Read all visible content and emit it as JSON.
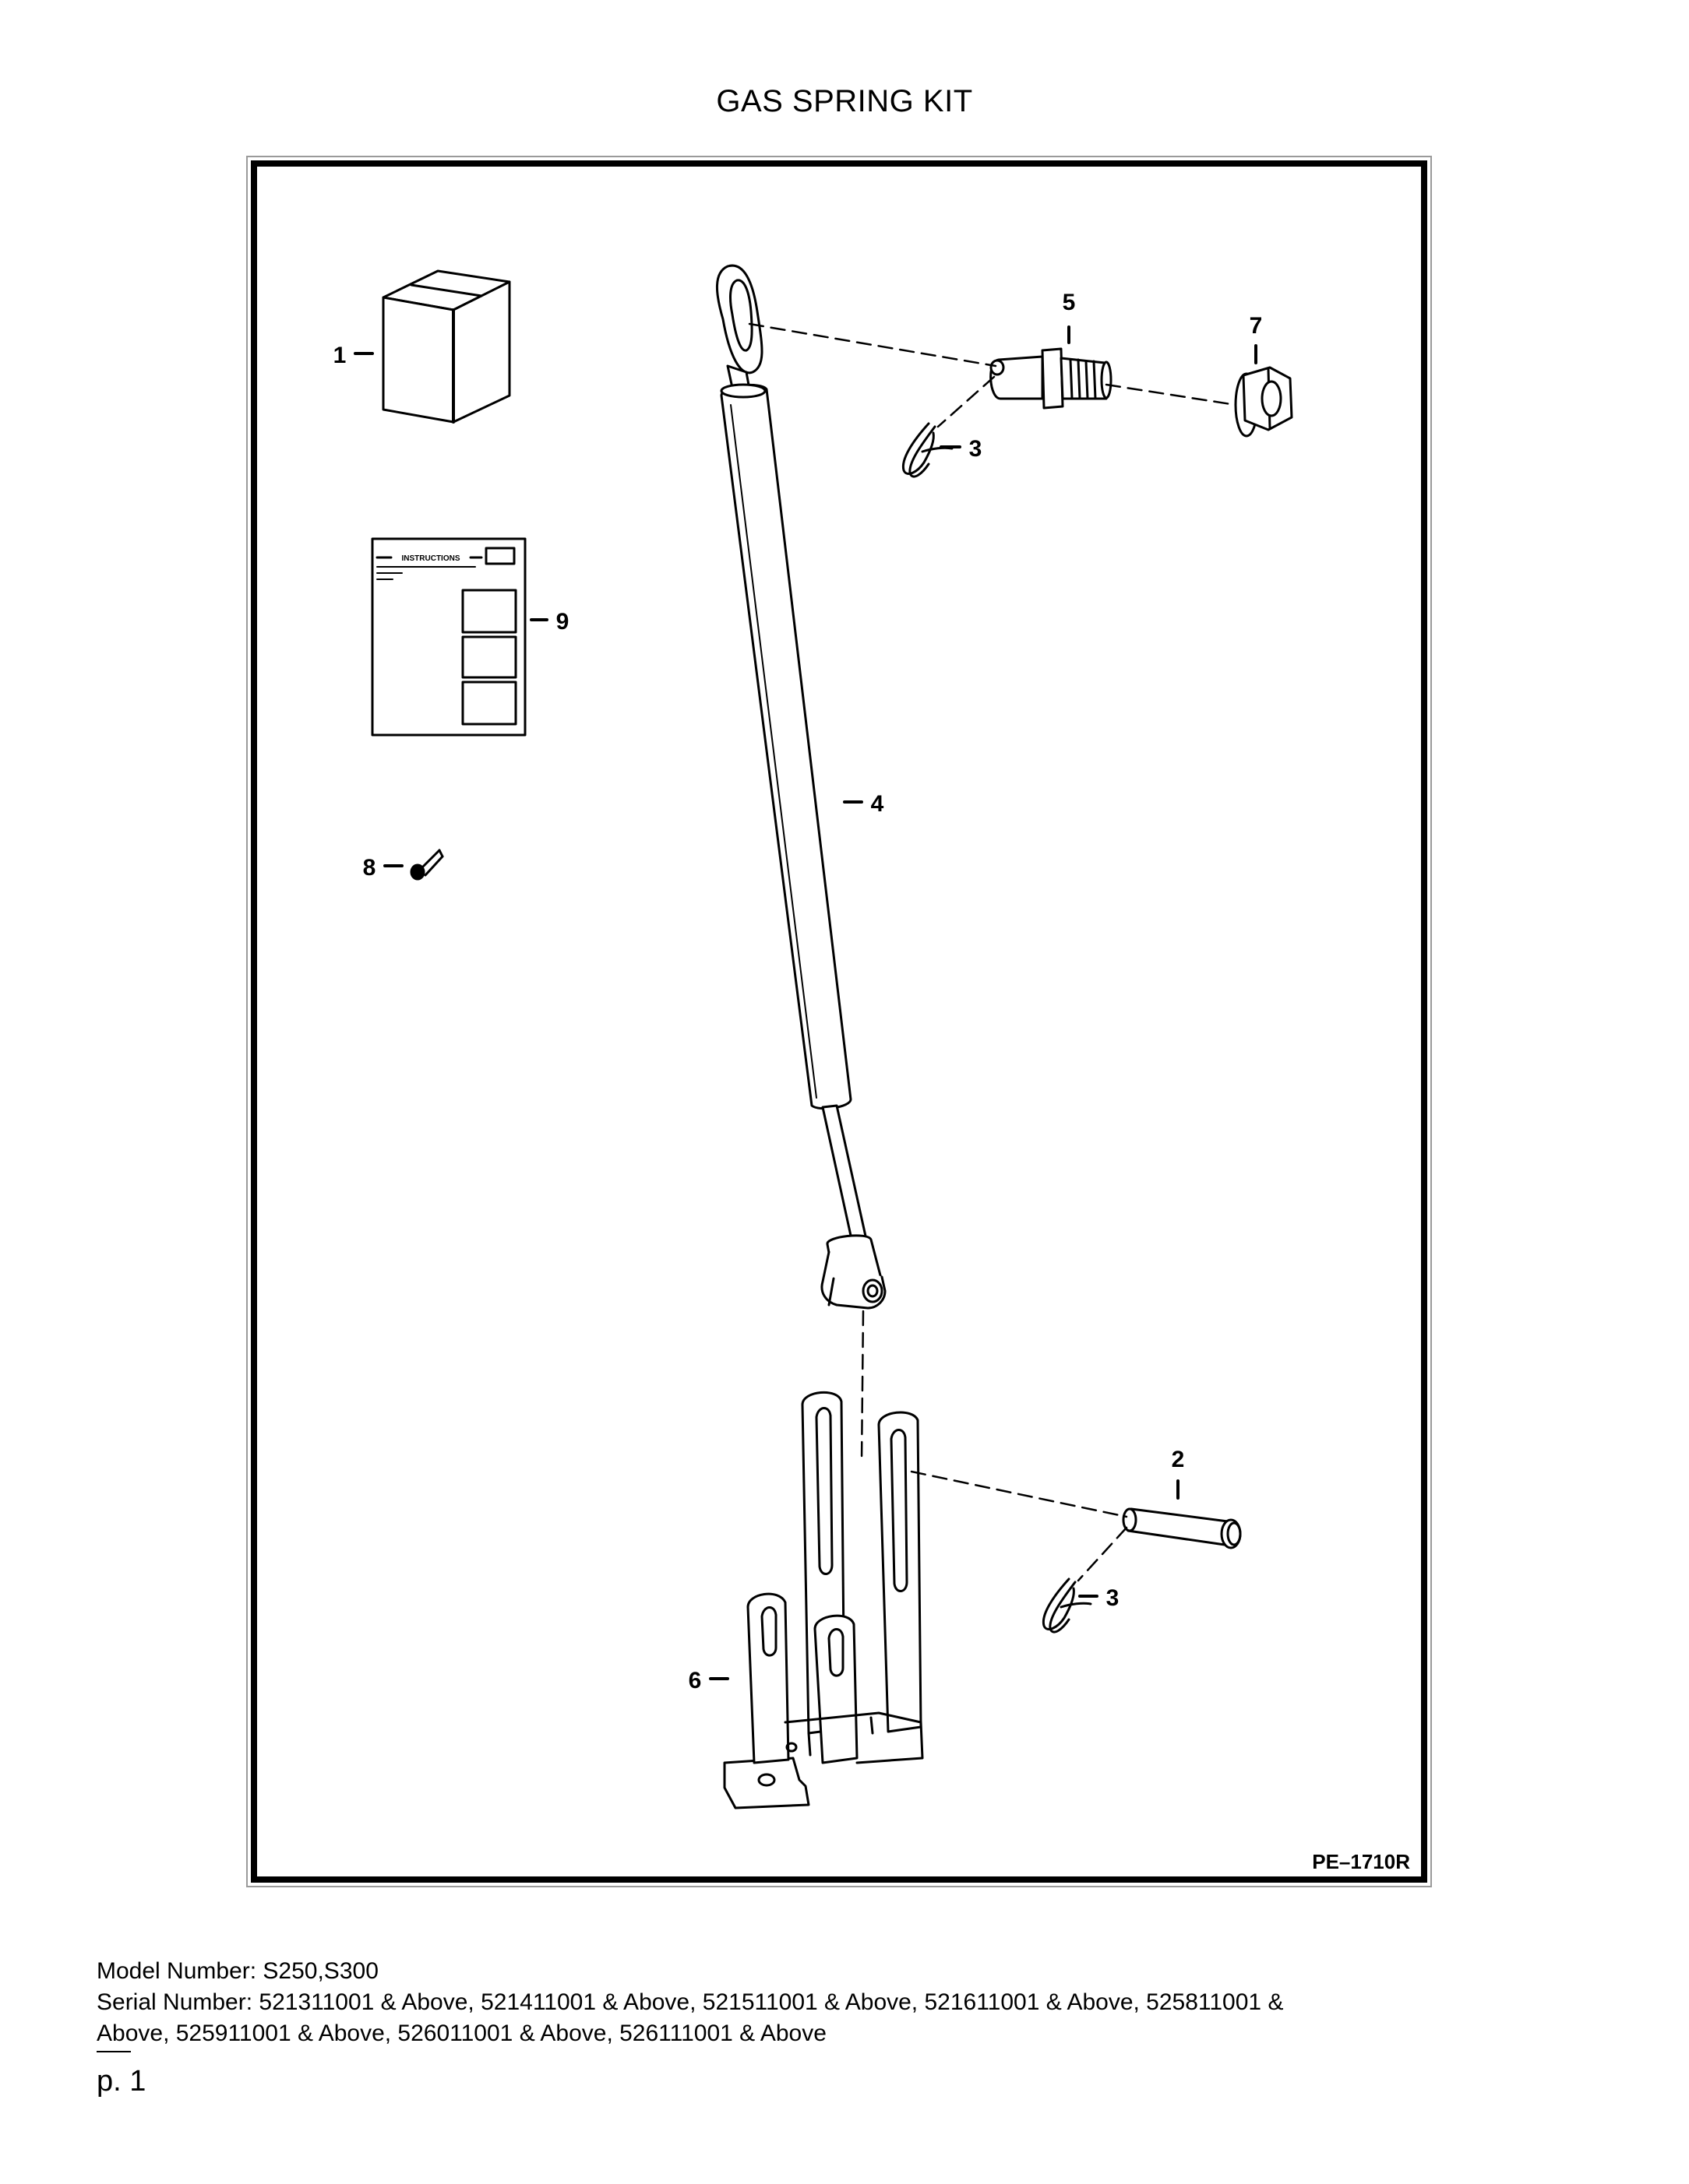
{
  "document": {
    "title": "GAS SPRING KIT",
    "figure_id": "PE–1710R",
    "callouts": {
      "c1": "1",
      "c2": "2",
      "c3a": "3",
      "c3b": "3",
      "c4": "4",
      "c5": "5",
      "c6": "6",
      "c7": "7",
      "c8": "8",
      "c9": "9"
    },
    "instructions_label": "INSTRUCTIONS",
    "model_line": "Model Number: S250,S300",
    "serial_line_1": "Serial Number: 521311001 & Above, 521411001 & Above, 521511001 & Above, 521611001 & Above, 525811001 &",
    "serial_line_2": "Above, 525911001 & Above, 526011001 & Above, 526111001 & Above",
    "page_label": "p. 1"
  }
}
